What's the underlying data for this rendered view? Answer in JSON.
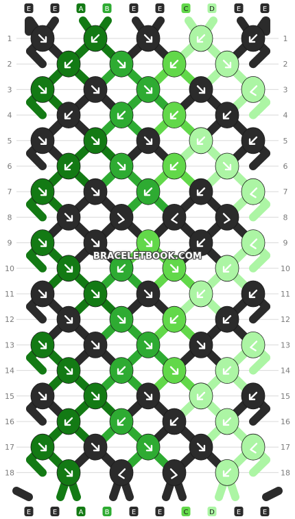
{
  "watermark": "BRACELETBOOK.COM",
  "strings": [
    "E",
    "E",
    "A",
    "B",
    "E",
    "E",
    "C",
    "D",
    "E",
    "E"
  ],
  "row_numbers": [
    "1",
    "2",
    "3",
    "4",
    "5",
    "6",
    "7",
    "8",
    "9",
    "10",
    "11",
    "12",
    "13",
    "14",
    "15",
    "16",
    "17",
    "18"
  ],
  "colors": {
    "E": "#2b2b2b",
    "A": "#137a14",
    "B": "#2eab32",
    "C": "#62d84a",
    "D": "#acf5a4"
  },
  "knots": [
    [
      [
        "E",
        "fwd"
      ],
      [
        "A",
        "bwd"
      ],
      [
        "E",
        "fwd"
      ],
      [
        "D",
        "bwd"
      ],
      [
        "E",
        "bwd"
      ]
    ],
    [
      [
        "A",
        "bwd"
      ],
      [
        "B",
        "fwd"
      ],
      [
        "C",
        "bwd"
      ],
      [
        "D",
        "fwd"
      ]
    ],
    [
      [
        "A",
        "fwd"
      ],
      [
        "E",
        "fwd"
      ],
      [
        "B",
        "fwd"
      ],
      [
        "E",
        "fwd"
      ],
      [
        "D",
        "bwdf"
      ]
    ],
    [
      [
        "E",
        "bwd"
      ],
      [
        "B",
        "bwd"
      ],
      [
        "C",
        "bwd"
      ],
      [
        "E",
        "bwd"
      ]
    ],
    [
      [
        "E",
        "fwd"
      ],
      [
        "A",
        "fwd"
      ],
      [
        "E",
        "fwd"
      ],
      [
        "D",
        "bwd"
      ],
      [
        "E",
        "bwd"
      ]
    ],
    [
      [
        "A",
        "bwd"
      ],
      [
        "B",
        "fwd"
      ],
      [
        "C",
        "bwd"
      ],
      [
        "D",
        "fwd"
      ]
    ],
    [
      [
        "A",
        "fwd"
      ],
      [
        "E",
        "fwd"
      ],
      [
        "B",
        "bwd"
      ],
      [
        "E",
        "bwd"
      ],
      [
        "D",
        "bwdf"
      ]
    ],
    [
      [
        "E",
        "fwd"
      ],
      [
        "E",
        "fwdb"
      ],
      [
        "E",
        "bwdf"
      ],
      [
        "E",
        "fwdb"
      ]
    ],
    [
      [
        "A",
        "fwd"
      ],
      [
        "E",
        "fwd"
      ],
      [
        "C",
        "fwd"
      ],
      [
        "E",
        "bwd"
      ],
      [
        "D",
        "bwdf"
      ]
    ],
    [
      [
        "A",
        "fwd"
      ],
      [
        "B",
        "bwd"
      ],
      [
        "C",
        "fwd"
      ],
      [
        "D",
        "bwd"
      ]
    ],
    [
      [
        "E",
        "fwd"
      ],
      [
        "A",
        "fwd"
      ],
      [
        "E",
        "fwd"
      ],
      [
        "D",
        "bwd"
      ],
      [
        "E",
        "bwd"
      ]
    ],
    [
      [
        "E",
        "fwd"
      ],
      [
        "B",
        "fwd"
      ],
      [
        "C",
        "bwd"
      ],
      [
        "E",
        "bwd"
      ]
    ],
    [
      [
        "A",
        "fwd"
      ],
      [
        "E",
        "fwd"
      ],
      [
        "B",
        "fwd"
      ],
      [
        "E",
        "fwd"
      ],
      [
        "D",
        "bwdf"
      ]
    ],
    [
      [
        "A",
        "fwd"
      ],
      [
        "B",
        "bwd"
      ],
      [
        "C",
        "fwd"
      ],
      [
        "D",
        "bwd"
      ]
    ],
    [
      [
        "E",
        "fwd"
      ],
      [
        "A",
        "fwd"
      ],
      [
        "E",
        "fwd"
      ],
      [
        "D",
        "bwd"
      ],
      [
        "E",
        "bwd"
      ]
    ],
    [
      [
        "A",
        "bwd"
      ],
      [
        "B",
        "bwd"
      ],
      [
        "E",
        "bwd"
      ],
      [
        "D",
        "bwd"
      ]
    ],
    [
      [
        "A",
        "fwd"
      ],
      [
        "E",
        "fwd"
      ],
      [
        "B",
        "fwd"
      ],
      [
        "E",
        "fwd"
      ],
      [
        "D",
        "bwdf"
      ]
    ],
    [
      [
        "A",
        "fwd"
      ],
      [
        "E",
        "bwdf"
      ],
      [
        "E",
        "fwdb"
      ],
      [
        "D",
        "bwd"
      ]
    ]
  ]
}
